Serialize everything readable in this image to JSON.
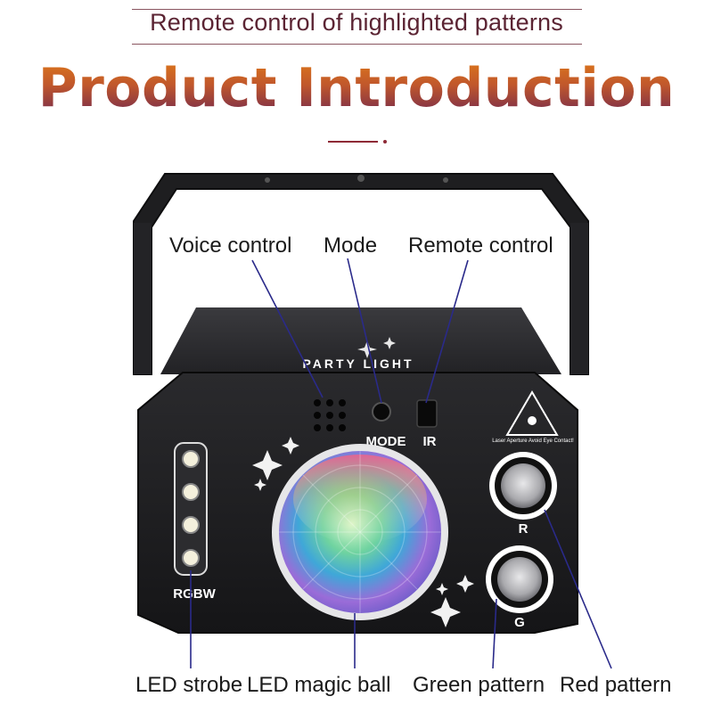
{
  "header": {
    "subtitle": "Remote control of highlighted patterns",
    "title": "Product Introduction"
  },
  "device": {
    "brand": "PARTY LIGHT",
    "mode_marking": "MODE",
    "ir_marking": "IR",
    "rgbw_marking": "RGBW",
    "r_marking": "R",
    "g_marking": "G",
    "laser_warning": "Laser Aperture Avoid Eye Contact!"
  },
  "labels": {
    "voice_control": "Voice control",
    "mode": "Mode",
    "remote_control": "Remote control",
    "led_strobe": "LED strobe",
    "led_magic_ball": "LED magic ball",
    "green_pattern": "Green pattern",
    "red_pattern": "Red pattern"
  },
  "colors": {
    "title_gradient_top": "#e07a18",
    "title_gradient_bottom": "#6b2550",
    "subtitle": "#5b2433",
    "callout_line": "#2a2a8a",
    "device_body": "#1c1c1e"
  }
}
